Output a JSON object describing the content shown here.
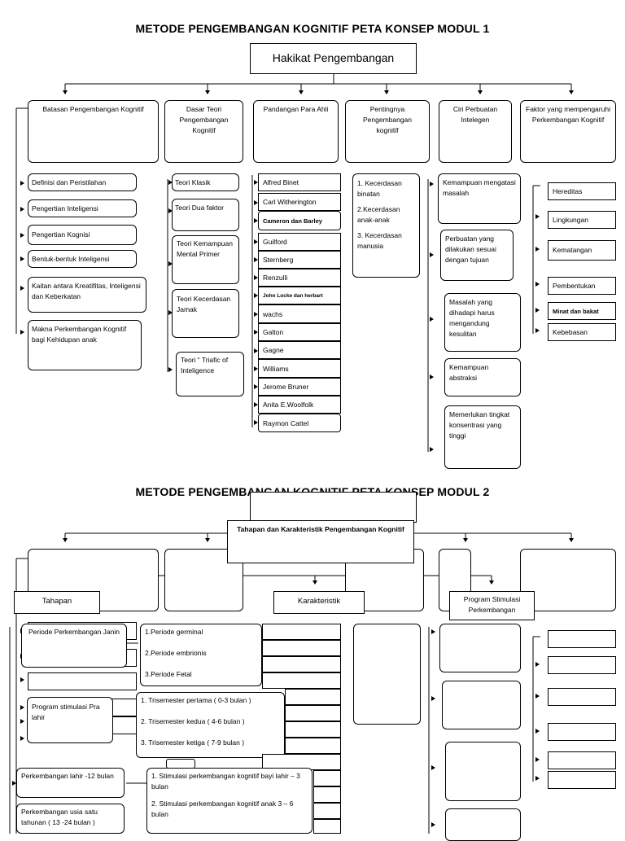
{
  "module1": {
    "title": "METODE PENGEMBANGAN KOGNITIF PETA KONSEP MODUL 1",
    "root": "Hakikat Pengembangan",
    "categories": [
      "Batasan Pengembangan Kognitif",
      "Dasar Teori Pengembangan Kognitif",
      "Pandangan Para Ahli",
      "Pentingnya Pengembangan kognitif",
      "Ciri Perbuatan Intelegen",
      "Faktor yang mempengaruhi Perkembangan Kognitif"
    ],
    "batasan_items": [
      "Definisi dan Peristilahan",
      "Pengertian Inteligensi",
      "Pengertian Kognisi",
      "Bentuk-bentuk Inteligensi",
      "Kaitan antara Kreatifitas, Inteligensi dan Keberkatan",
      "Makna Perkembangan Kognitif bagi Kehidupan anak"
    ],
    "teori_items": [
      "Teori Klasik",
      "Teori Dua faktor",
      "Teori Kemampuan Mental Primer",
      "Teori Kecerdasan Jamak",
      "Teori “ Triafic of Inteligence"
    ],
    "ahli_items": [
      "Alfred Binet",
      "Carl Witherington",
      "Cameron dan Barley",
      "Guilford",
      "Sternberg",
      "Renzulli",
      "John Locke dan herbart",
      "wachs",
      "Galton",
      "Gagne",
      "Williams",
      "Jerome Bruner",
      "Anita E.Woolfolk",
      "Raymon Cattel"
    ],
    "pentingnya_text": [
      "1. Kecerdasan binatan",
      "2.Kecerdasan anak-anak",
      "3. Kecerdasan manusia"
    ],
    "ciri_items": [
      "Kemampuan mengatasi masalah",
      "Perbuatan yang dilakukan sesuai dengan tujuan",
      "Masalah yang dihadapi harus mengandung kesulitan",
      "Kemampuan abstraksi",
      "Memerlukan tingkat konsentrasi yang tinggi"
    ],
    "faktor_items": [
      "Hereditas",
      "Lingkungan",
      "Kematangan",
      "Pembentukan",
      "Minat dan bakat",
      "Kebebasan"
    ]
  },
  "module2": {
    "title": "METODE PENGEMBANGAN KOGNITIF PETA KONSEP MODUL 2",
    "root": "Tahapan dan Karakteristik Pengembangan Kognitif",
    "sub_nodes": [
      "Tahapan",
      "Karakteristik",
      "Program Stimulasi Perkembangan"
    ],
    "periode_janin": "Periode Perkembangan Janin",
    "periode_items": [
      "1.Periode germinal",
      "2.Periode embrionis",
      "3.Periode Fetal"
    ],
    "program_pra_lahir": "Program stimulasi Pra lahir",
    "trisemester_items": [
      "1. Trisemester pertama ( 0-3 bulan )",
      "2. Trisemester kedua ( 4-6 bulan )",
      "3. Trisemester ketiga ( 7-9 bulan )"
    ],
    "perkembangan_lahir": "Perkembangan lahir -12 bulan",
    "perkembangan_usia": "Perkembangan usia satu tahunan ( 13 -24 bulan )",
    "stimulasi_items": [
      "1. Stimulasi perkembangan kognitif bayi lahir – 3 bulan",
      "2. Stimulasi perkembangan kognitif anak 3 – 6 bulan"
    ]
  }
}
